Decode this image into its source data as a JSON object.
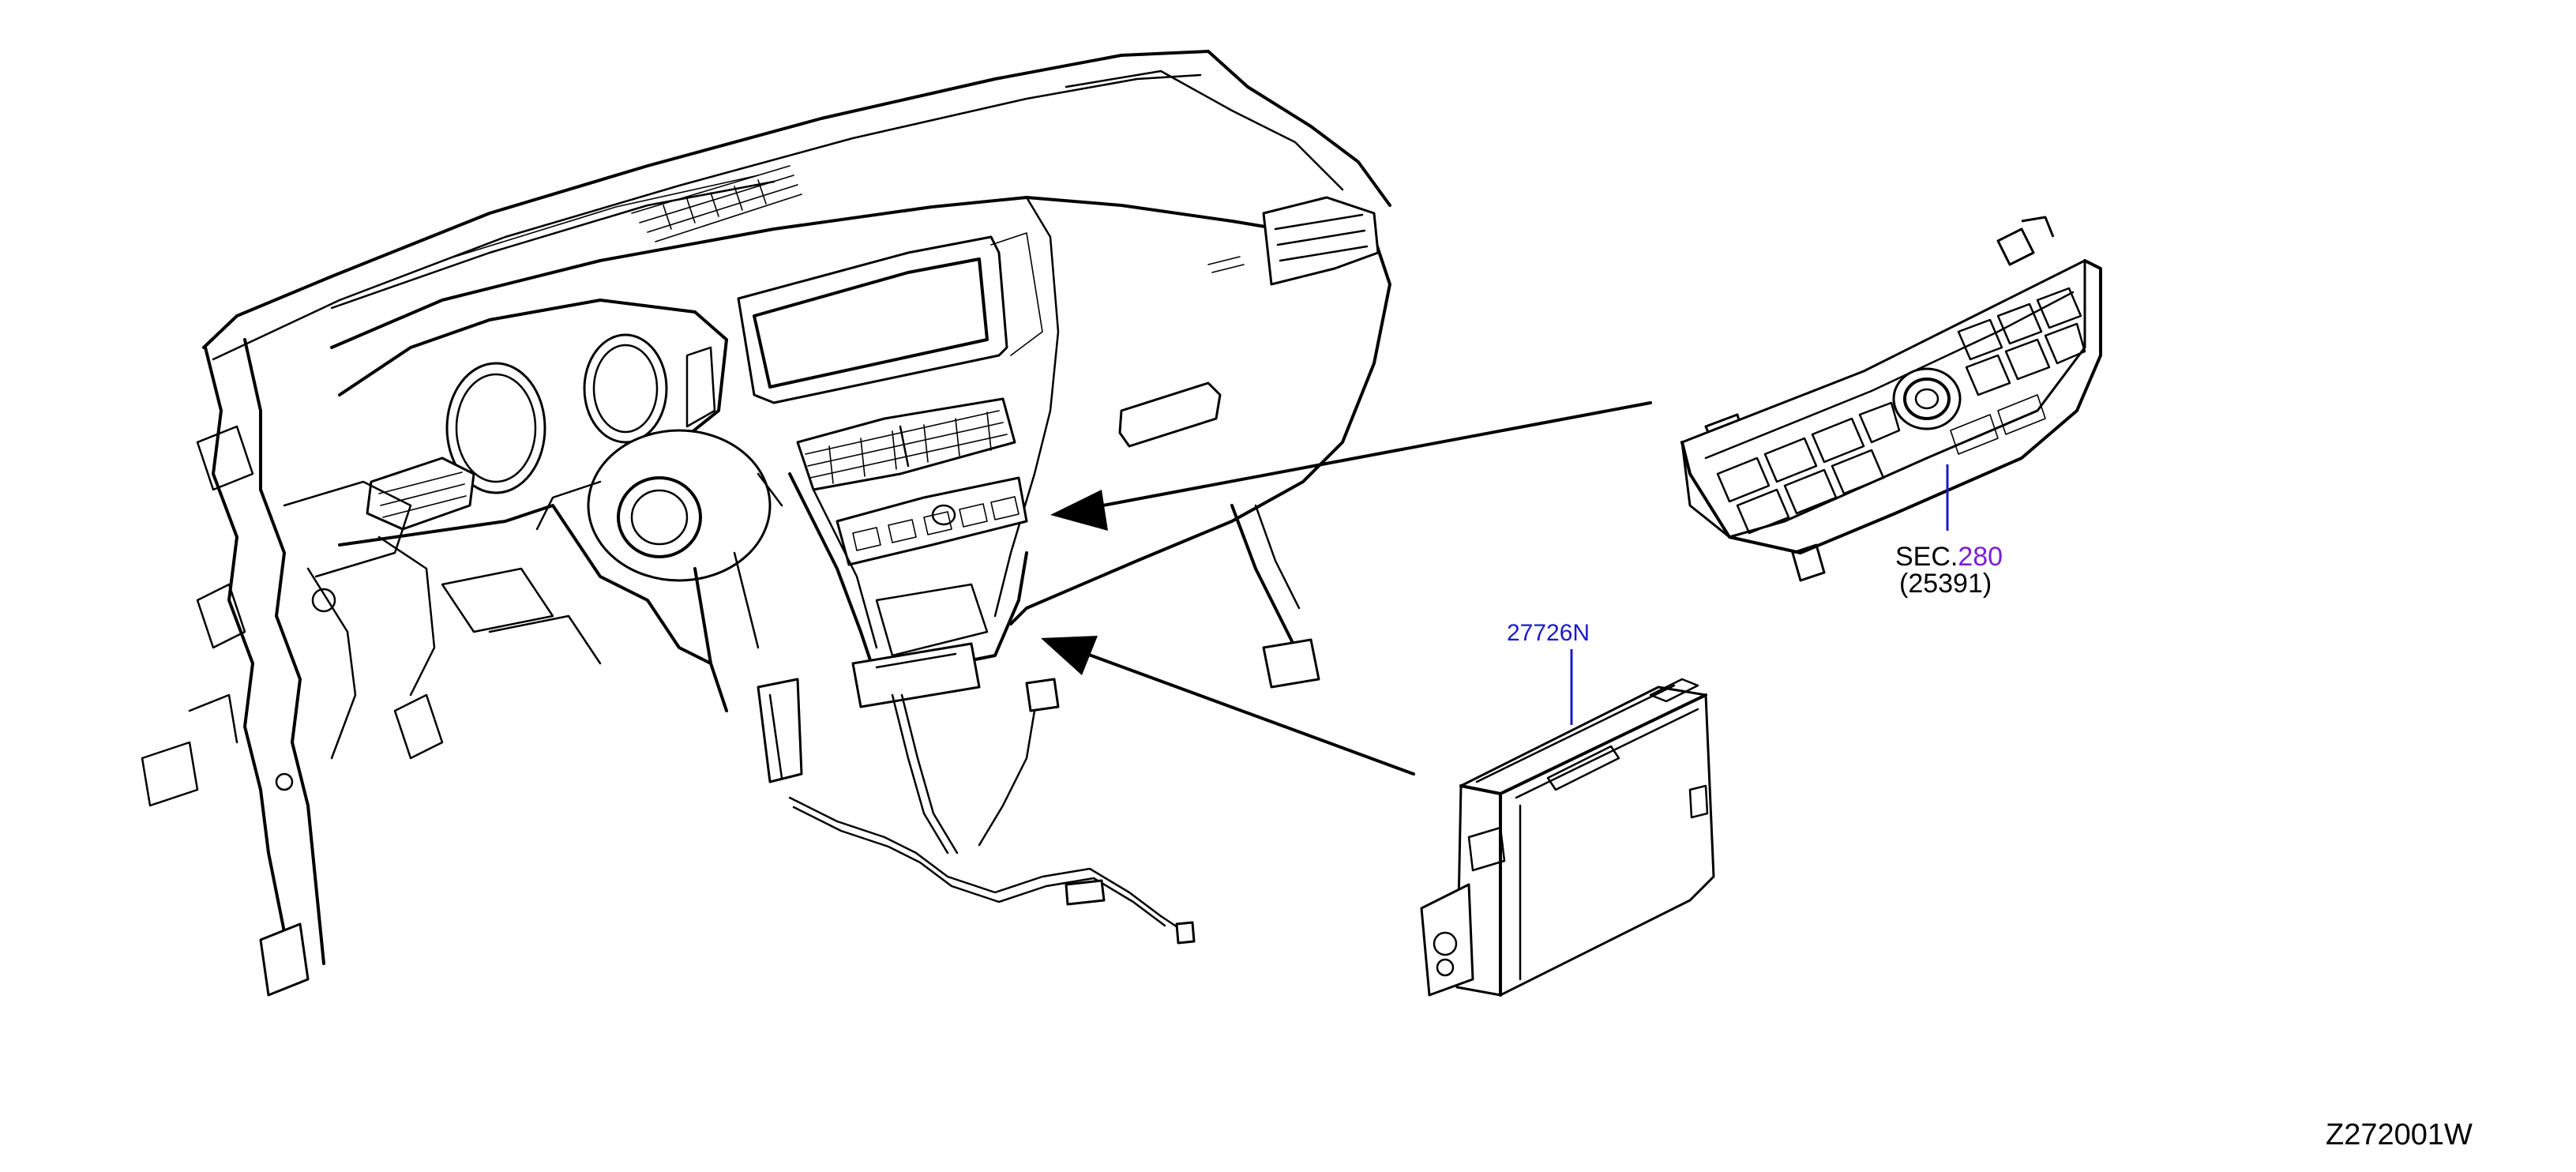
{
  "callouts": {
    "sec_prefix": "SEC.",
    "sec_number": "280",
    "sec_part": "(25391)",
    "module_part": "27726N"
  },
  "drawing_code": "Z272001W",
  "colors": {
    "leader_blue": "#1a1acc",
    "sec_number": "#7a1fd6",
    "line": "#000000",
    "background": "#ffffff"
  }
}
